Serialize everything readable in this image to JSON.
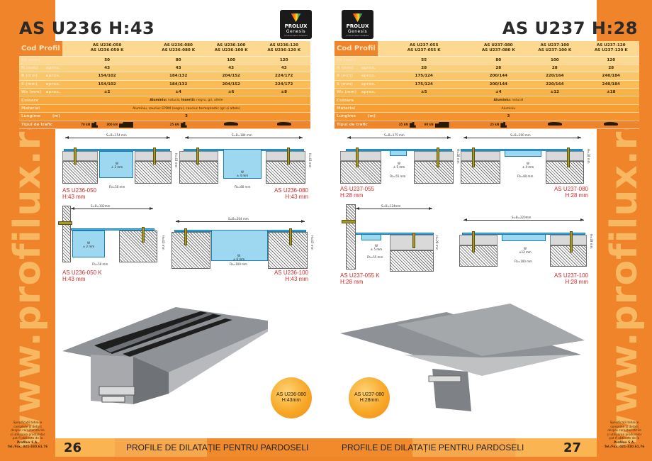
{
  "left_page": {
    "title": "AS U236 H:43",
    "logo": {
      "brand": "PROLUX",
      "sub": "Genesis",
      "tagline": "profesionalism detaliului"
    },
    "side_url": "www.profilux.ro",
    "table": {
      "header_label": "Cod Profil",
      "columns": [
        {
          "code1": "AS U236-050",
          "code2": "AS U236-050 K"
        },
        {
          "code1": "AS U236-080",
          "code2": "AS U236-080 K"
        },
        {
          "code1": "AS U236-100",
          "code2": "AS U236-100 K"
        },
        {
          "code1": "AS U236-120",
          "code2": "AS U236-120 K"
        }
      ],
      "rows": [
        {
          "label": "Fb (mm)",
          "suffix": "",
          "values": [
            "50",
            "80",
            "100",
            "120"
          ]
        },
        {
          "label": "H (mm)",
          "suffix": "aprox.",
          "values": [
            "43",
            "43",
            "43",
            "43"
          ]
        },
        {
          "label": "B (mm)",
          "suffix": "aprox.",
          "values": [
            "154/102",
            "184/132",
            "204/152",
            "224/172"
          ]
        },
        {
          "label": "S (mm)",
          "suffix": "aprox.",
          "values": [
            "154/102",
            "184/132",
            "204/152",
            "224/172"
          ]
        },
        {
          "label": "Wz (mm)",
          "suffix": "aprox.",
          "values": [
            "±2",
            "±4",
            "±6",
            "±8"
          ]
        }
      ],
      "culoare": {
        "label": "Culoare",
        "bold1": "Aluminiu:",
        "text1": " natural, ",
        "bold2": "Inserții:",
        "text2": " negru, gri, altele"
      },
      "material": {
        "label": "Material",
        "value": "Aluminiu, cauciuc EPDM (negru), cauciuc termoplastic (gri și altele)"
      },
      "lungime": {
        "label": "Lungime",
        "unit": "(m)",
        "value": "3"
      },
      "trafic": {
        "label": "Tipul de trafic",
        "col1": [
          {
            "load": "70 kN",
            "icon": "forklift-icon"
          },
          {
            "load": "300 kN",
            "icon": "truck-icon"
          }
        ],
        "col2": [
          {
            "load": "25 kN",
            "icon": "forklift-icon"
          }
        ],
        "col3": [
          {
            "load": "",
            "icon": "car-icon"
          }
        ],
        "col4": [
          {
            "load": "",
            "icon": "car-icon"
          }
        ]
      }
    },
    "diagrams": [
      {
        "dim": "S=B=154 mm",
        "w": "W",
        "wval": "± 2 mm",
        "fb": "Fb=50 mm",
        "h": "H=43 mm",
        "name": "AS U236-050",
        "height": "H:43 mm"
      },
      {
        "dim": "S=B=184 mm",
        "w": "W",
        "wval": "± 4 mm",
        "fb": "Fb=80 mm",
        "h": "H=43 mm",
        "name": "AS U236-080",
        "height": "H:43 mm"
      },
      {
        "dim": "S=B=102mm",
        "w": "W",
        "wval": "± 2 mm",
        "fb": "Fb=50 mm",
        "h": "H=43 mm",
        "name": "AS U236-050 K",
        "height": "H:43 mm"
      },
      {
        "dim": "S=B=204 mm",
        "w": "W",
        "wval": "± 6 mm",
        "fb": "Fb=100 mm",
        "h": "H=43 mm",
        "name": "AS U236-100",
        "height": "H:43 mm"
      }
    ],
    "badge": {
      "line1": "AS U236-080",
      "line2": "H:43mm"
    },
    "contact": {
      "l1": "Specificații tehnice",
      "l2": "complete și detalii",
      "l3": "despre caracteristicile",
      "l4": "și utilizarea produselor",
      "l5": "pot fi obținute de la",
      "company": "Profilux S.A.",
      "phone": "Tel./Fax: 021-330.61.76"
    },
    "page_number": "26",
    "footer_title": "PROFILE DE DILATAȚIE PENTRU PARDOSELI"
  },
  "right_page": {
    "title": "AS U237 H:28",
    "logo": {
      "brand": "PROLUX",
      "sub": "Genesis",
      "tagline": "profesionalism detaliului"
    },
    "side_url": "www.profilux.ro",
    "table": {
      "header_label": "Cod Profil",
      "columns": [
        {
          "code1": "AS U237-055",
          "code2": "AS U237-055 K"
        },
        {
          "code1": "AS U237-080",
          "code2": "AS U237-080 K"
        },
        {
          "code1": "AS U237-100",
          "code2": "AS U237-100 K"
        },
        {
          "code1": "AS U237-120",
          "code2": "AS U237-120 K"
        }
      ],
      "rows": [
        {
          "label": "Fb (mm)",
          "suffix": "",
          "values": [
            "55",
            "80",
            "100",
            "120"
          ]
        },
        {
          "label": "H (mm)",
          "suffix": "aprox.",
          "values": [
            "28",
            "28",
            "28",
            "28"
          ]
        },
        {
          "label": "B (mm)",
          "suffix": "aprox.",
          "values": [
            "175/124",
            "200/144",
            "220/164",
            "240/184"
          ]
        },
        {
          "label": "S (mm)",
          "suffix": "aprox.",
          "values": [
            "175/124",
            "200/144",
            "220/164",
            "240/184"
          ]
        },
        {
          "label": "Wz (mm)",
          "suffix": "aprox.",
          "values": [
            "±5",
            "±4",
            "±12",
            "±18"
          ]
        }
      ],
      "culoare": {
        "label": "Culoare",
        "bold1": "Aluminiu:",
        "text1": " natural",
        "bold2": "",
        "text2": ""
      },
      "material": {
        "label": "Material",
        "value": "Aluminiu"
      },
      "lungime": {
        "label": "Lungime",
        "unit": "(m)",
        "value": "3"
      },
      "trafic": {
        "label": "Tipul de trafic",
        "col1": [
          {
            "load": "35 kN",
            "icon": "forklift-icon"
          },
          {
            "load": "90 kN",
            "icon": "truck-icon"
          }
        ],
        "col2": [
          {
            "load": "25 kN",
            "icon": "forklift-icon"
          }
        ],
        "col3": [
          {
            "load": "",
            "icon": "car-icon"
          }
        ],
        "col4": [
          {
            "load": "",
            "icon": "car-icon"
          }
        ]
      }
    },
    "diagrams": [
      {
        "dim": "S=B=175 mm",
        "w": "W",
        "wval": "± 5 mm",
        "fb": "Fb=55 mm",
        "h": "H=28 mm",
        "name": "AS U237-055",
        "height": "H:28 mm"
      },
      {
        "dim": "S=B=200 mm",
        "w": "W",
        "wval": "± 4 mm",
        "fb": "Fb=80 mm",
        "h": "H=28 mm",
        "name": "AS U237-080",
        "height": "H:28 mm"
      },
      {
        "dim": "S=B=124mm",
        "w": "W",
        "wval": "± 5 mm",
        "fb": "Fb=55 mm",
        "h": "H=28 mm",
        "name": "AS U237-055 K",
        "height": "H:28 mm"
      },
      {
        "dim": "S=B=220mm",
        "w": "W",
        "wval": "±12 mm",
        "fb": "Fb=100 mm",
        "h": "H=28 mm",
        "name": "AS U237-100",
        "height": "H:28 mm"
      }
    ],
    "badge": {
      "line1": "AS U237-080",
      "line2": "H:28mm"
    },
    "contact": {
      "l1": "Specificații tehnice",
      "l2": "complete și detalii",
      "l3": "despre caracteristicile",
      "l4": "și utilizarea produselor",
      "l5": "pot fi obținute de la",
      "company": "Profilux S.A.",
      "phone": "Tel./Fax: 021-330.61.76"
    },
    "page_number": "27",
    "footer_title": "PROFILE DE DILATAȚIE PENTRU PARDOSELI"
  },
  "colors": {
    "brand_orange": "#f0842a",
    "table_light": "#fcd890",
    "caption_red": "#d42a2a",
    "aluminium_blue": "#3db4e4"
  }
}
